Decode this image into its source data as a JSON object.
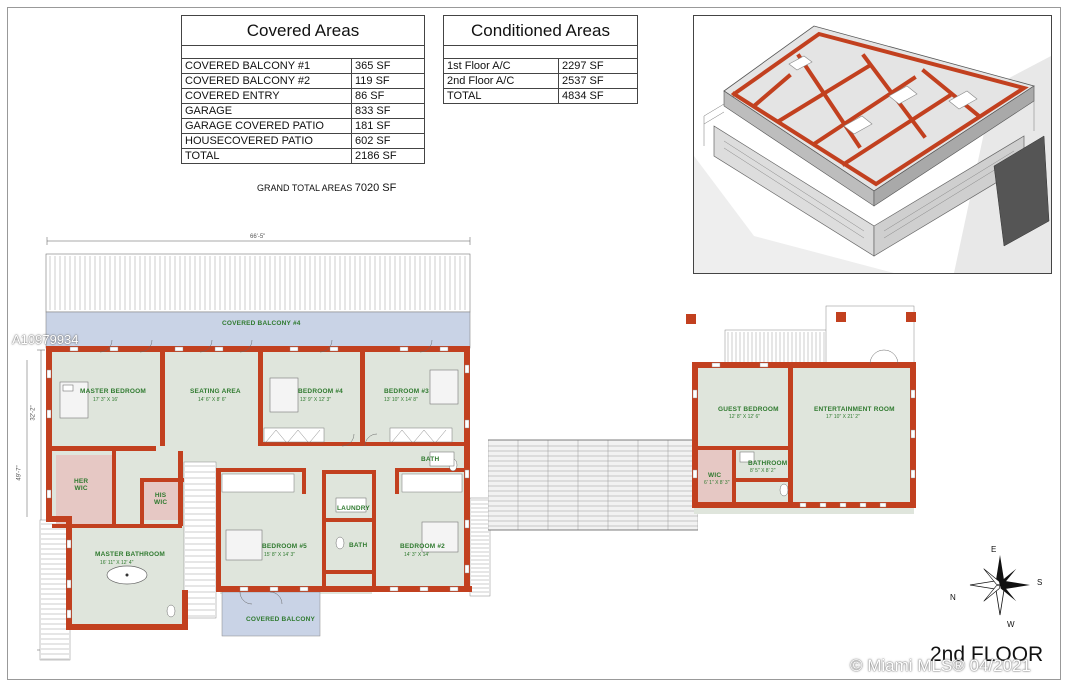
{
  "covered_areas": {
    "title": "Covered Areas",
    "rows": [
      {
        "name": "COVERED BALCONY #1",
        "value": "365 SF"
      },
      {
        "name": "COVERED BALCONY #2",
        "value": "119 SF"
      },
      {
        "name": "COVERED ENTRY",
        "value": "86 SF"
      },
      {
        "name": "GARAGE",
        "value": "833 SF"
      },
      {
        "name": "GARAGE COVERED PATIO",
        "value": "181 SF"
      },
      {
        "name": "HOUSECOVERED PATIO",
        "value": "602 SF"
      },
      {
        "name": "TOTAL",
        "value": "2186 SF"
      }
    ]
  },
  "conditioned_areas": {
    "title": "Conditioned Areas",
    "rows": [
      {
        "name": "1st Floor A/C",
        "value": "2297 SF"
      },
      {
        "name": "2nd Floor A/C",
        "value": "2537 SF"
      },
      {
        "name": "TOTAL",
        "value": "4834 SF"
      }
    ]
  },
  "grand_total": {
    "label": "GRAND TOTAL AREAS",
    "value": "7020 SF"
  },
  "floor_title": "2nd FLOOR",
  "dimensions": {
    "width_top": "66'-5\"",
    "height_left": "49'-7\"",
    "height_inner": "32'-2\""
  },
  "rooms": {
    "covered_balcony_4": "COVERED BALCONY #4",
    "master_bedroom": "MASTER BEDROOM",
    "master_bedroom_dim": "17' 3\" X 16'",
    "seating_area": "SEATING AREA",
    "seating_area_dim": "14' 6\" X 8' 6\"",
    "bedroom_4": "BEDROOM #4",
    "bedroom_4_dim": "13' 9\" X 12' 3\"",
    "bedroom_3": "BEDROOM #3",
    "bedroom_3_dim": "13' 10\" X 14' 8\"",
    "bath_upper": "BATH",
    "her_wic": "HER\nWIC",
    "his_wic": "HIS\nWIC",
    "laundry": "LAUNDRY",
    "bedroom_5": "BEDROOM #5",
    "bedroom_5_dim": "15' 8\" X 14' 3\"",
    "bath_lower": "BATH",
    "bedroom_2": "BEDROOM #2",
    "bedroom_2_dim": "14' 3\" X 14'",
    "master_bathroom": "MASTER BATHROOM",
    "master_bathroom_dim": "16' 11\" X 12' 4\"",
    "covered_balcony": "COVERED BALCONY",
    "guest_bedroom": "GUEST BEDROOM",
    "guest_bedroom_dim": "12' 8\" X 12' 6\"",
    "entertainment_room": "ENTERTAINMENT ROOM",
    "entertainment_room_dim": "17' 10\" X 21' 2\"",
    "wic": "WIC",
    "wic_dim": "6' 1\" X 8' 3\"",
    "bathroom": "BATHROOM",
    "bathroom_dim": "8' 5\" X 8' 2\""
  },
  "compass": {
    "n": "N",
    "s": "S",
    "e": "E",
    "w": "W"
  },
  "watermarks": {
    "listing_id": "A10979934",
    "copyright": "© Miami MLS® 04/2021"
  },
  "colors": {
    "wall": "#c2401f",
    "floor": "#dfe5dc",
    "balcony": "#c9d3e6",
    "wic": "#e6c8c4"
  }
}
